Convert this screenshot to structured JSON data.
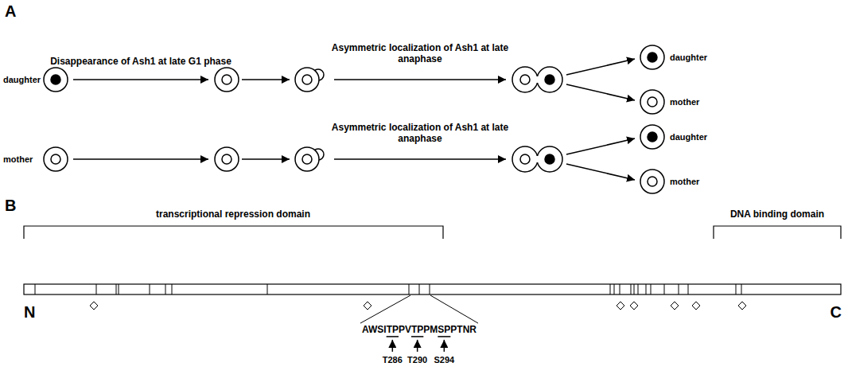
{
  "diagram": {
    "labels": [
      "A",
      "daughter",
      "Disappearance of Ash1 at late G1 phase",
      "Asymmetric localization of Ash1 at late anaphase",
      "daughter",
      "mother",
      "mother",
      "Asymmetric localization of Ash1 at late anaphase",
      "daughter",
      "mother",
      "B",
      "transcriptional repression domain",
      "DNA binding domain",
      "N",
      "C",
      "AWSITPPVTPPMSPPTNR",
      "T286",
      "T290",
      "S294"
    ]
  }
}
